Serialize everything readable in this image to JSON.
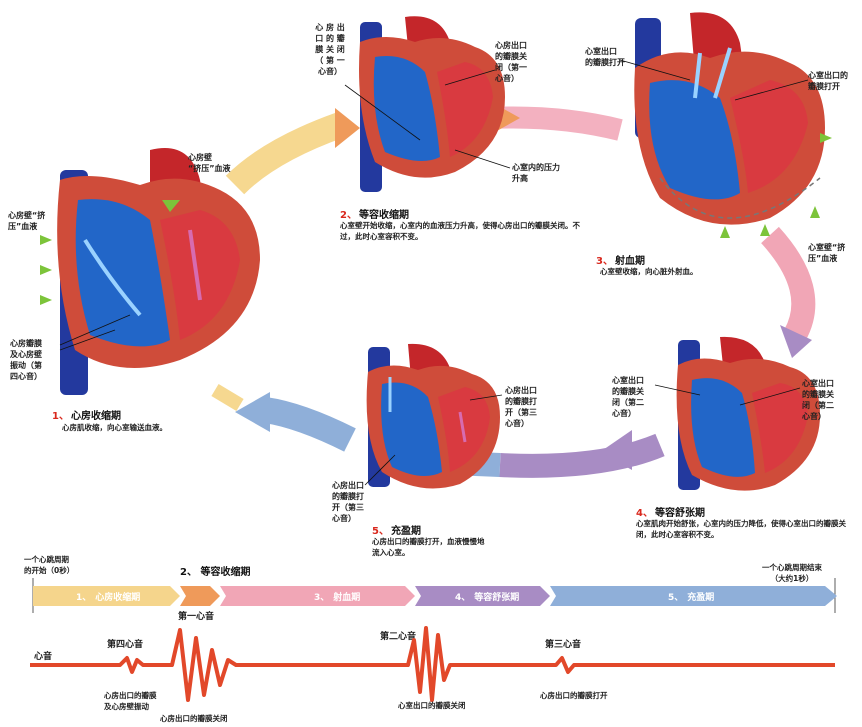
{
  "stages": [
    {
      "num": "1、",
      "title": "心房收缩期",
      "desc": "心房肌收缩，向心室输送血液。"
    },
    {
      "num": "2、",
      "title": "等容收缩期",
      "desc": "心室壁开始收缩，心室内的血液压力升高，使得心房出口的瓣膜关闭。不过，此时心室容积不变。"
    },
    {
      "num": "3、",
      "title": "射血期",
      "desc": "心室壁收缩，向心脏外射血。"
    },
    {
      "num": "4、",
      "title": "等容舒张期",
      "desc": "心室肌肉开始舒张，心室内的压力降低，使得心室出口的瓣膜关闭，此时心室容积不变。"
    },
    {
      "num": "5、",
      "title": "充盈期",
      "desc": "心房出口的瓣膜打开，血液慢慢地流入心室。"
    }
  ],
  "labels": {
    "h1_atrial_wall_top": "心房壁\n“挤压”血液",
    "h1_atrial_wall_left": "心房壁“挤\n压”血液",
    "h1_valve": "心房瓣膜\n及心房壁\n振动（第\n四心音）",
    "h2_valve": "心房出口的瓣膜关闭（第一心音）",
    "h2_valve_right": "心房出口\n的瓣膜关\n闭（第一\n心音）",
    "h2_pressure": "心室内的压力\n升高",
    "h3_valve_open_left": "心室出口\n的瓣膜打开",
    "h3_valve_open_right": "心室出口的\n瓣膜打开",
    "h3_wall": "心室壁“挤\n压”血液",
    "h4_valve_left": "心室出口\n的瓣膜关\n闭（第二\n心音）",
    "h4_valve_right": "心室出口\n的瓣膜关\n闭（第二\n心音）",
    "h5_valve_right": "心房出口\n的瓣膜打\n开（第三\n心音）",
    "h5_valve_left": "心房出口\n的瓣膜打\n开（第三\n心音）"
  },
  "timeline": {
    "start": "一个心跳周期\n的开始（0秒）",
    "end": "一个心跳周期结束\n（大约1秒）",
    "stage2_label": "2、 等容收缩期",
    "bars": [
      {
        "num": "1、",
        "name": "心房收缩期",
        "color": "#f5d58c"
      },
      {
        "num": "",
        "name": "",
        "color": "#ef9a5a"
      },
      {
        "num": "3、",
        "name": "射血期",
        "color": "#f1a6b6"
      },
      {
        "num": "4、",
        "name": "等容舒张期",
        "color": "#a88cc4"
      },
      {
        "num": "5、",
        "name": "充盈期",
        "color": "#8fafd9"
      }
    ]
  },
  "heart_sounds": {
    "axis_label": "心音",
    "first": "第一心音",
    "second": "第二心音",
    "third": "第三心音",
    "fourth": "第四心音",
    "fourth_desc": "心房出口的瓣膜\n及心房壁振动",
    "first_desc": "心房出口的瓣膜关闭",
    "second_desc": "心室出口的瓣膜关闭",
    "third_desc": "心房出口的瓣膜打开"
  }
}
